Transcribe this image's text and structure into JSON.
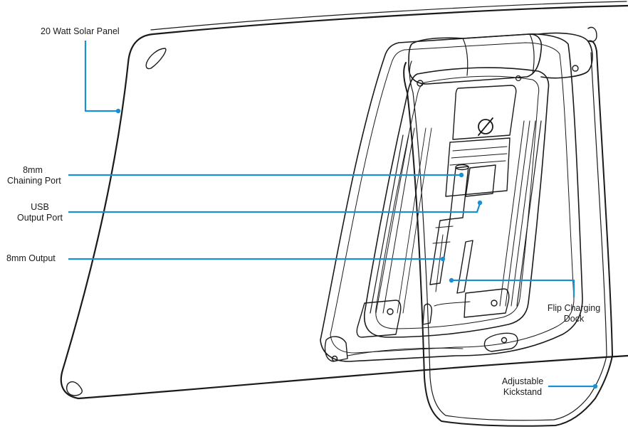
{
  "labels": {
    "solar_panel": "20 Watt Solar Panel",
    "chaining_port": [
      "8mm",
      "Chaining Port"
    ],
    "usb_output": [
      "USB",
      "Output Port"
    ],
    "output_8mm": "8mm Output",
    "flip_dock": [
      "Flip Charging",
      "Dock"
    ],
    "kickstand": [
      "Adjustable",
      "Kickstand"
    ]
  },
  "colors": {
    "line_art": "#1a1a1a",
    "callout": "#1a8fd1",
    "background": "#ffffff"
  },
  "logo_icon": "goal-zero-logo-icon"
}
